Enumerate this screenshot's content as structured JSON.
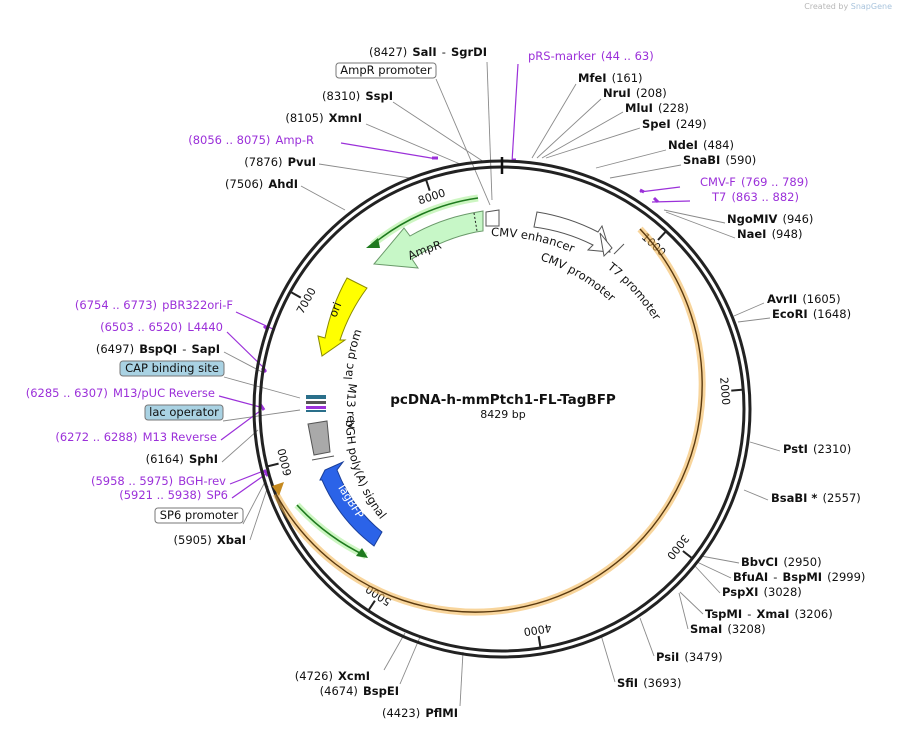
{
  "credit": {
    "prefix": "Created by",
    "brand": "SnapGene"
  },
  "plasmid": {
    "name": "pcDNA-h-mmPtch1-FL-TagBFP",
    "length_label": "8429 bp",
    "length": 8429
  },
  "ticks": [
    {
      "pos": 1000,
      "label": "1000"
    },
    {
      "pos": 2000,
      "label": "2000"
    },
    {
      "pos": 3000,
      "label": "3000"
    },
    {
      "pos": 4000,
      "label": "4000"
    },
    {
      "pos": 5000,
      "label": "5000"
    },
    {
      "pos": 6000,
      "label": "6000"
    },
    {
      "pos": 7000,
      "label": "7000"
    },
    {
      "pos": 8000,
      "label": "8000"
    }
  ],
  "labels": [
    {
      "num": "(8427)",
      "name": "SalI",
      "dash": "-",
      "name2": "SgrDI",
      "side": "left"
    },
    {
      "box": "AmpR promoter",
      "side": "left"
    },
    {
      "num": "(8310)",
      "name": "SspI",
      "side": "left"
    },
    {
      "num": "(8105)",
      "name": "XmnI",
      "side": "left"
    },
    {
      "primer": "(8056 .. 8075)",
      "pname": "Amp-R",
      "side": "left"
    },
    {
      "num": "(7876)",
      "name": "PvuI",
      "side": "left"
    },
    {
      "num": "(7506)",
      "name": "AhdI",
      "side": "left"
    },
    {
      "primer": "(6754 .. 6773)",
      "pname": "pBR322ori-F",
      "side": "left"
    },
    {
      "primer": "(6503 .. 6520)",
      "pname": "L4440",
      "side": "left"
    },
    {
      "num": "(6497)",
      "name": "BspQI",
      "dash": "-",
      "name2": "SapI",
      "side": "left"
    },
    {
      "box": "CAP binding site",
      "boxfill": "#a9d2e3",
      "side": "left"
    },
    {
      "primer": "(6285 .. 6307)",
      "pname": "M13/pUC Reverse",
      "side": "left"
    },
    {
      "box": "lac operator",
      "boxfill": "#a9d2e3",
      "side": "left"
    },
    {
      "primer": "(6272 .. 6288)",
      "pname": "M13 Reverse",
      "side": "left"
    },
    {
      "num": "(6164)",
      "name": "SphI",
      "side": "left"
    },
    {
      "primer": "(5958 .. 5975)",
      "pname": "BGH-rev",
      "side": "left"
    },
    {
      "primer": "(5921 .. 5938)",
      "pname": "SP6",
      "side": "left"
    },
    {
      "box": "SP6 promoter",
      "side": "left"
    },
    {
      "num": "(5905)",
      "name": "XbaI",
      "side": "left"
    },
    {
      "num": "(4726)",
      "name": "XcmI",
      "side": "left"
    },
    {
      "num": "(4674)",
      "name": "BspEI",
      "side": "left"
    },
    {
      "num": "(4423)",
      "name": "PflMI",
      "side": "left"
    },
    {
      "pname": "pRS-marker",
      "primer": "(44 .. 63)",
      "side": "right"
    },
    {
      "name": "MfeI",
      "num": "(161)",
      "side": "right"
    },
    {
      "name": "NruI",
      "num": "(208)",
      "side": "right"
    },
    {
      "name": "MluI",
      "num": "(228)",
      "side": "right"
    },
    {
      "name": "SpeI",
      "num": "(249)",
      "side": "right"
    },
    {
      "name": "NdeI",
      "num": "(484)",
      "side": "right"
    },
    {
      "name": "SnaBI",
      "num": "(590)",
      "side": "right"
    },
    {
      "pname": "CMV-F",
      "primer": "(769 .. 789)",
      "side": "right"
    },
    {
      "pname": "T7",
      "primer": "(863 .. 882)",
      "side": "right"
    },
    {
      "name": "NgoMIV",
      "num": "(946)",
      "side": "right"
    },
    {
      "name": "NaeI",
      "num": "(948)",
      "side": "right"
    },
    {
      "name": "AvrII",
      "num": "(1605)",
      "side": "right"
    },
    {
      "name": "EcoRI",
      "num": "(1648)",
      "side": "right"
    },
    {
      "name": "PstI",
      "num": "(2310)",
      "side": "right"
    },
    {
      "name": "BsaBI *",
      "num": "(2557)",
      "side": "right"
    },
    {
      "name": "BbvCI",
      "num": "(2950)",
      "side": "right"
    },
    {
      "name": "BfuAI",
      "dash": "-",
      "name2": "BspMI",
      "num": "(2999)",
      "side": "right"
    },
    {
      "name": "PspXI",
      "num": "(3028)",
      "side": "right"
    },
    {
      "name": "TspMI",
      "dash": "-",
      "name2": "XmaI",
      "num": "(3206)",
      "side": "right"
    },
    {
      "name": "SmaI",
      "num": "(3208)",
      "side": "right"
    },
    {
      "name": "PsiI",
      "num": "(3479)",
      "side": "right"
    },
    {
      "name": "SfiI",
      "num": "(3693)",
      "side": "right"
    }
  ],
  "features": {
    "ampr": {
      "label": "AmpR",
      "color": "#c7f7c7"
    },
    "ori": {
      "label": "ori",
      "color": "#ffff00"
    },
    "cmv_enhancer": {
      "label": "CMV enhancer"
    },
    "cmv_promoter": {
      "label": "CMV promoter"
    },
    "t7_promoter": {
      "label": "T7 promoter"
    },
    "lac_promoter": {
      "label": "lac promoter"
    },
    "m13_rev": {
      "label": "M13 rev"
    },
    "bgh_polya": {
      "label": "bGH poly(A) signal"
    },
    "tagbfp": {
      "label": "TagBFP",
      "color": "#2b63e8"
    },
    "insert_color": "#f3b24a",
    "primer_color": "#9b30d9",
    "orf_color": "#1e9e1e"
  }
}
